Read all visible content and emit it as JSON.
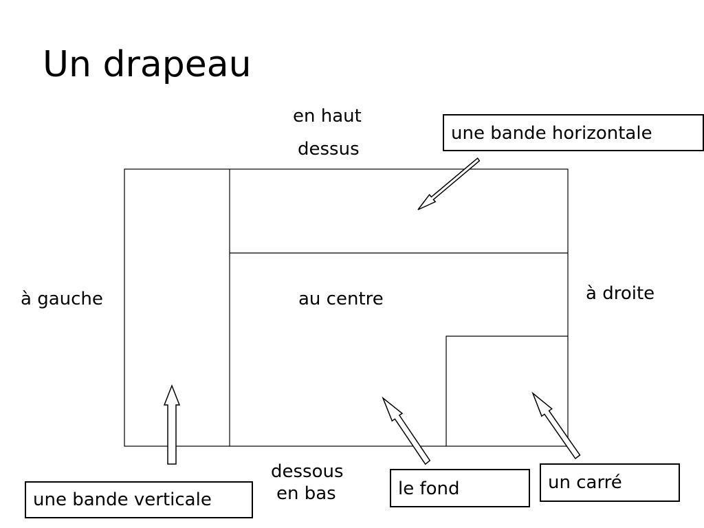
{
  "title": "Un drapeau",
  "labels": {
    "top_1": "en haut",
    "top_2": "dessus",
    "left": "à gauche",
    "center": "au centre",
    "right": "à droite",
    "bottom_1": "dessous",
    "bottom_2": "en bas"
  },
  "callouts": {
    "horizontal": "une bande horizontale",
    "vertical": "une bande verticale",
    "background": "le fond",
    "square": "un carré"
  },
  "colors": {
    "line": "#000000",
    "background": "#ffffff"
  }
}
